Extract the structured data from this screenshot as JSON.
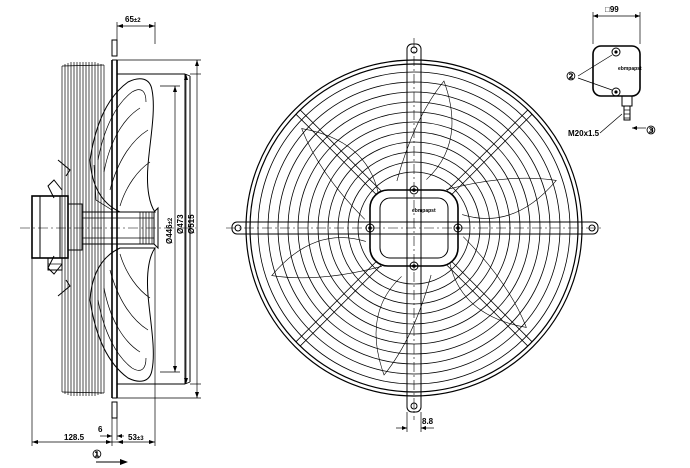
{
  "dimensions": {
    "top_width": "65",
    "top_width_tol": "±2",
    "diameter_1": "Ø446",
    "diameter_1_tol": "±2",
    "diameter_2": "Ø473",
    "diameter_3": "Ø515",
    "left_depth": "128.5",
    "small_gap": "6",
    "right_depth": "53",
    "right_depth_tol": "±3",
    "slot": "8.8",
    "box_width": "□99",
    "thread": "M20x1.5"
  },
  "callouts": {
    "c1": "①",
    "c2": "②",
    "c3": "③"
  },
  "logo_text": "ebmpapst"
}
